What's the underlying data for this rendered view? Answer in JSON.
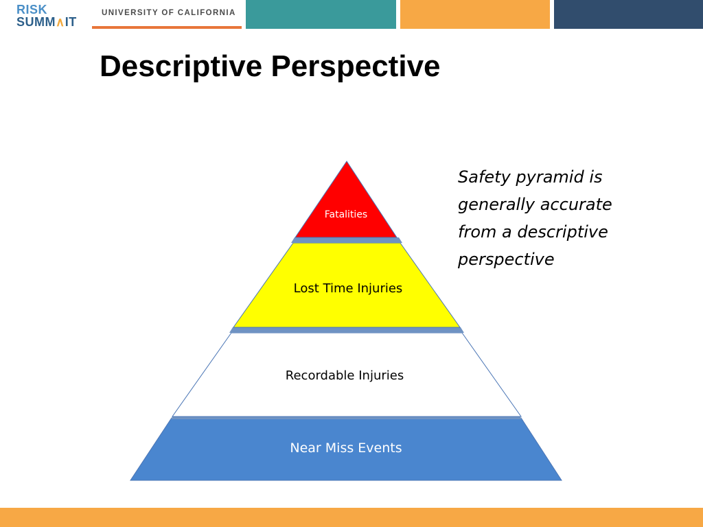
{
  "header": {
    "logo": {
      "line1": "RISK",
      "line2_prefix": "SUMM",
      "line2_accent": "∧",
      "line2_suffix": "IT"
    },
    "institution": "UNIVERSITY OF CALIFORNIA"
  },
  "slide": {
    "title": "Descriptive Perspective",
    "note_lines": [
      "Safety pyramid is",
      "generally accurate",
      "from a descriptive",
      "perspective"
    ]
  },
  "pyramid": {
    "tiers": [
      {
        "label": "Fatalities",
        "color": "#ff0000"
      },
      {
        "label": "Lost Time Injuries",
        "color": "#ffff00"
      },
      {
        "label": "Recordable Injuries",
        "color": "#ffffff"
      },
      {
        "label": "Near Miss Events",
        "color": "#4a86cf"
      }
    ]
  },
  "colors": {
    "uc_underline": "#e8763a",
    "teal": "#3a9a9b",
    "orange": "#f7a845",
    "navy": "#314d6d",
    "tier_separator": "#6f93c3",
    "tier_outline": "#4a75b5"
  }
}
